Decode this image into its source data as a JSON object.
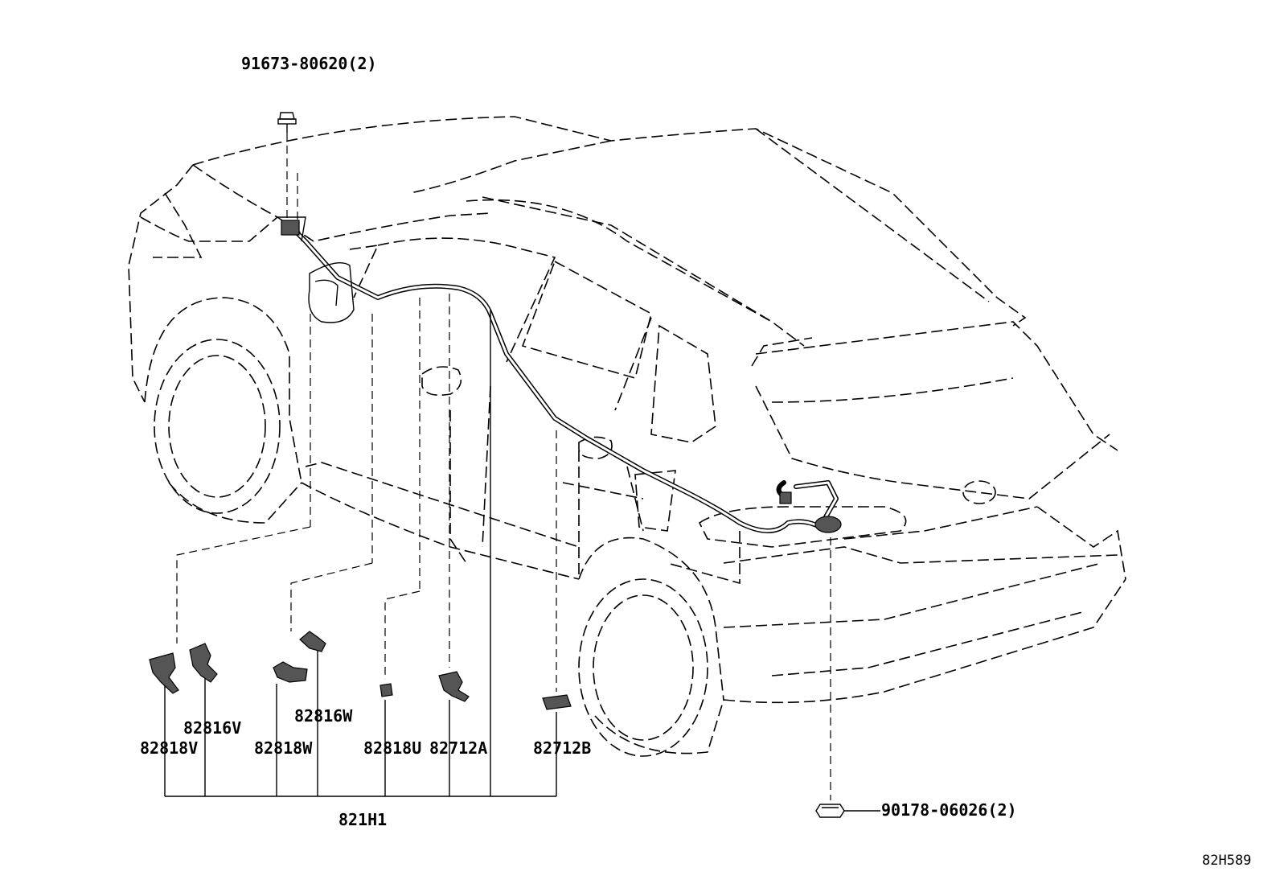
{
  "labels": {
    "bolt_top": "91673-80620(2)",
    "clamp_82816V": "82816V",
    "clamp_82818V": "82818V",
    "clamp_82818W": "82818W",
    "clamp_82816W": "82816W",
    "clamp_82818U": "82818U",
    "protector_82712A": "82712A",
    "protector_82712B": "82712B",
    "harness_main": "821H1",
    "nut_rear": "90178-06026(2)",
    "diagram_id": "82H589"
  }
}
